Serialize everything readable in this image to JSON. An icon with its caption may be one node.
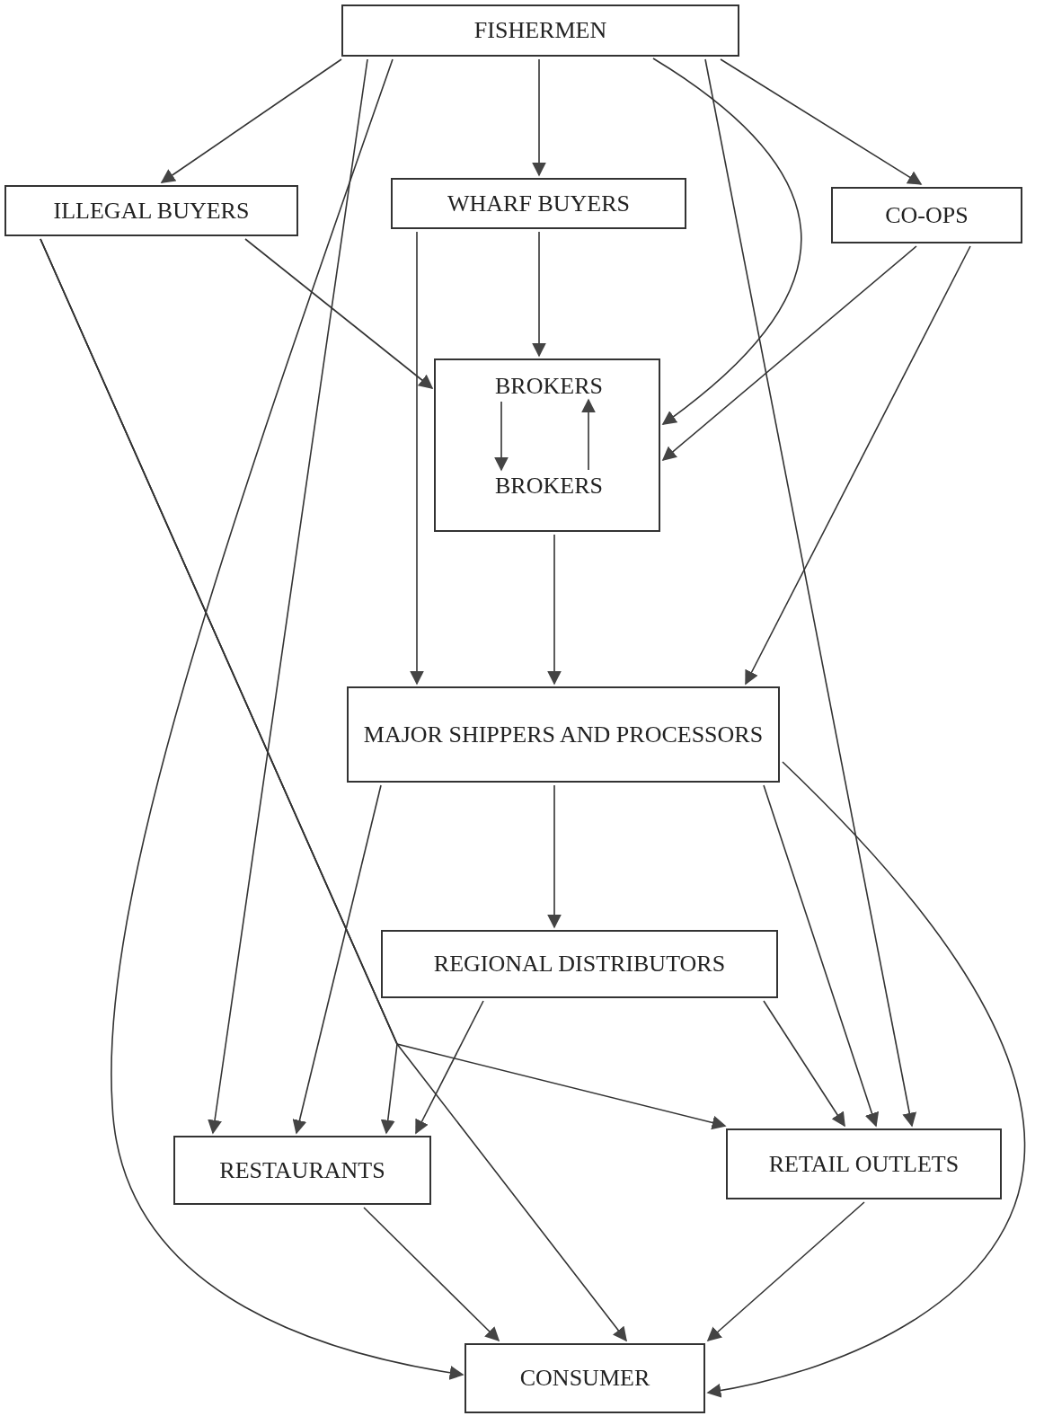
{
  "diagram": {
    "nodes": [
      {
        "text": [
          "FISHERMEN"
        ]
      },
      {
        "text": [
          "ILLEGAL BUYERS"
        ]
      },
      {
        "text": [
          "WHARF BUYERS"
        ]
      },
      {
        "text": [
          "CO-OPS"
        ]
      },
      {
        "text": [],
        "shape": "box"
      },
      {
        "text": [
          "BROKERS"
        ],
        "in": 4
      },
      {
        "text": [
          "BROKERS"
        ],
        "in": 4
      },
      {
        "text": [
          "MAJOR SHIPPERS AND PROCESSORS"
        ]
      },
      {
        "text": [
          "REGIONAL DISTRIBUTORS"
        ]
      },
      {
        "text": [
          "RESTAURANTS"
        ]
      },
      {
        "text": [
          "RETAIL OUTLETS"
        ]
      },
      {
        "text": [
          "CONSUMER"
        ]
      }
    ],
    "edges": [
      {
        "from": 0,
        "to": 1,
        "arrow": "to"
      },
      {
        "from": 0,
        "to": 9,
        "arrow": "to"
      },
      {
        "from": 0,
        "to": 11,
        "arrow": "to"
      },
      {
        "from": 0,
        "to": 2,
        "arrow": "to"
      },
      {
        "from": 0,
        "to": 4,
        "arrow": "to"
      },
      {
        "from": 0,
        "to": 10,
        "arrow": "to"
      },
      {
        "from": 0,
        "to": 3,
        "arrow": "to"
      },
      {
        "from": 1,
        "to": 4,
        "arrow": "to"
      },
      {
        "from": 1,
        "to": 9,
        "arrow": "to"
      },
      {
        "from": 1,
        "to": 10,
        "arrow": "to"
      },
      {
        "from": 1,
        "to": 11,
        "arrow": "to"
      },
      {
        "from": 2,
        "to": 7,
        "arrow": "to"
      },
      {
        "from": 2,
        "to": 4,
        "arrow": "to"
      },
      {
        "from": 3,
        "to": 4,
        "arrow": "to"
      },
      {
        "from": 3,
        "to": 7,
        "arrow": "to"
      },
      {
        "from": 4,
        "to": 7,
        "arrow": "to"
      },
      {
        "from": 5,
        "to": 6,
        "arrow": "to"
      },
      {
        "from": 6,
        "to": 5,
        "arrow": "to"
      },
      {
        "from": 7,
        "to": 9,
        "arrow": "to"
      },
      {
        "from": 7,
        "to": 8,
        "arrow": "to"
      },
      {
        "from": 7,
        "to": 10,
        "arrow": "to"
      },
      {
        "from": 7,
        "to": 11,
        "arrow": "to"
      },
      {
        "from": 8,
        "to": 9,
        "arrow": "to"
      },
      {
        "from": 8,
        "to": 10,
        "arrow": "to"
      },
      {
        "from": 9,
        "to": 11,
        "arrow": "to"
      },
      {
        "from": 10,
        "to": 11,
        "arrow": "to"
      }
    ]
  }
}
